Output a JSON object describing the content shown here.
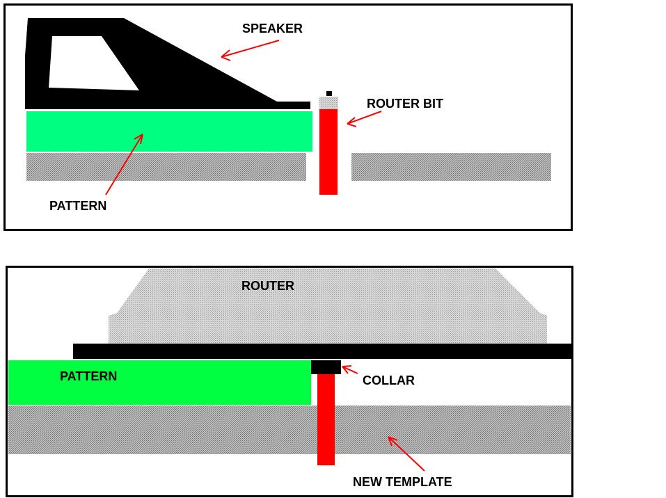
{
  "colors": {
    "frame": "#000000",
    "speaker": "#000000",
    "pattern_top": "#00ff80",
    "pattern_bottom": "#00ff40",
    "router_bit": "#ff0000",
    "gray_stock": "#a8a8a8",
    "router_body": "#c8c8c8",
    "arrow": "#ff0000"
  },
  "top_panel": {
    "speaker_label": "SPEAKER",
    "router_bit_label": "ROUTER BIT",
    "pattern_label": "PATTERN"
  },
  "bottom_panel": {
    "router_label": "ROUTER",
    "pattern_label": "PATTERN",
    "collar_label": "COLLAR",
    "new_template_label": "NEW TEMPLATE"
  }
}
